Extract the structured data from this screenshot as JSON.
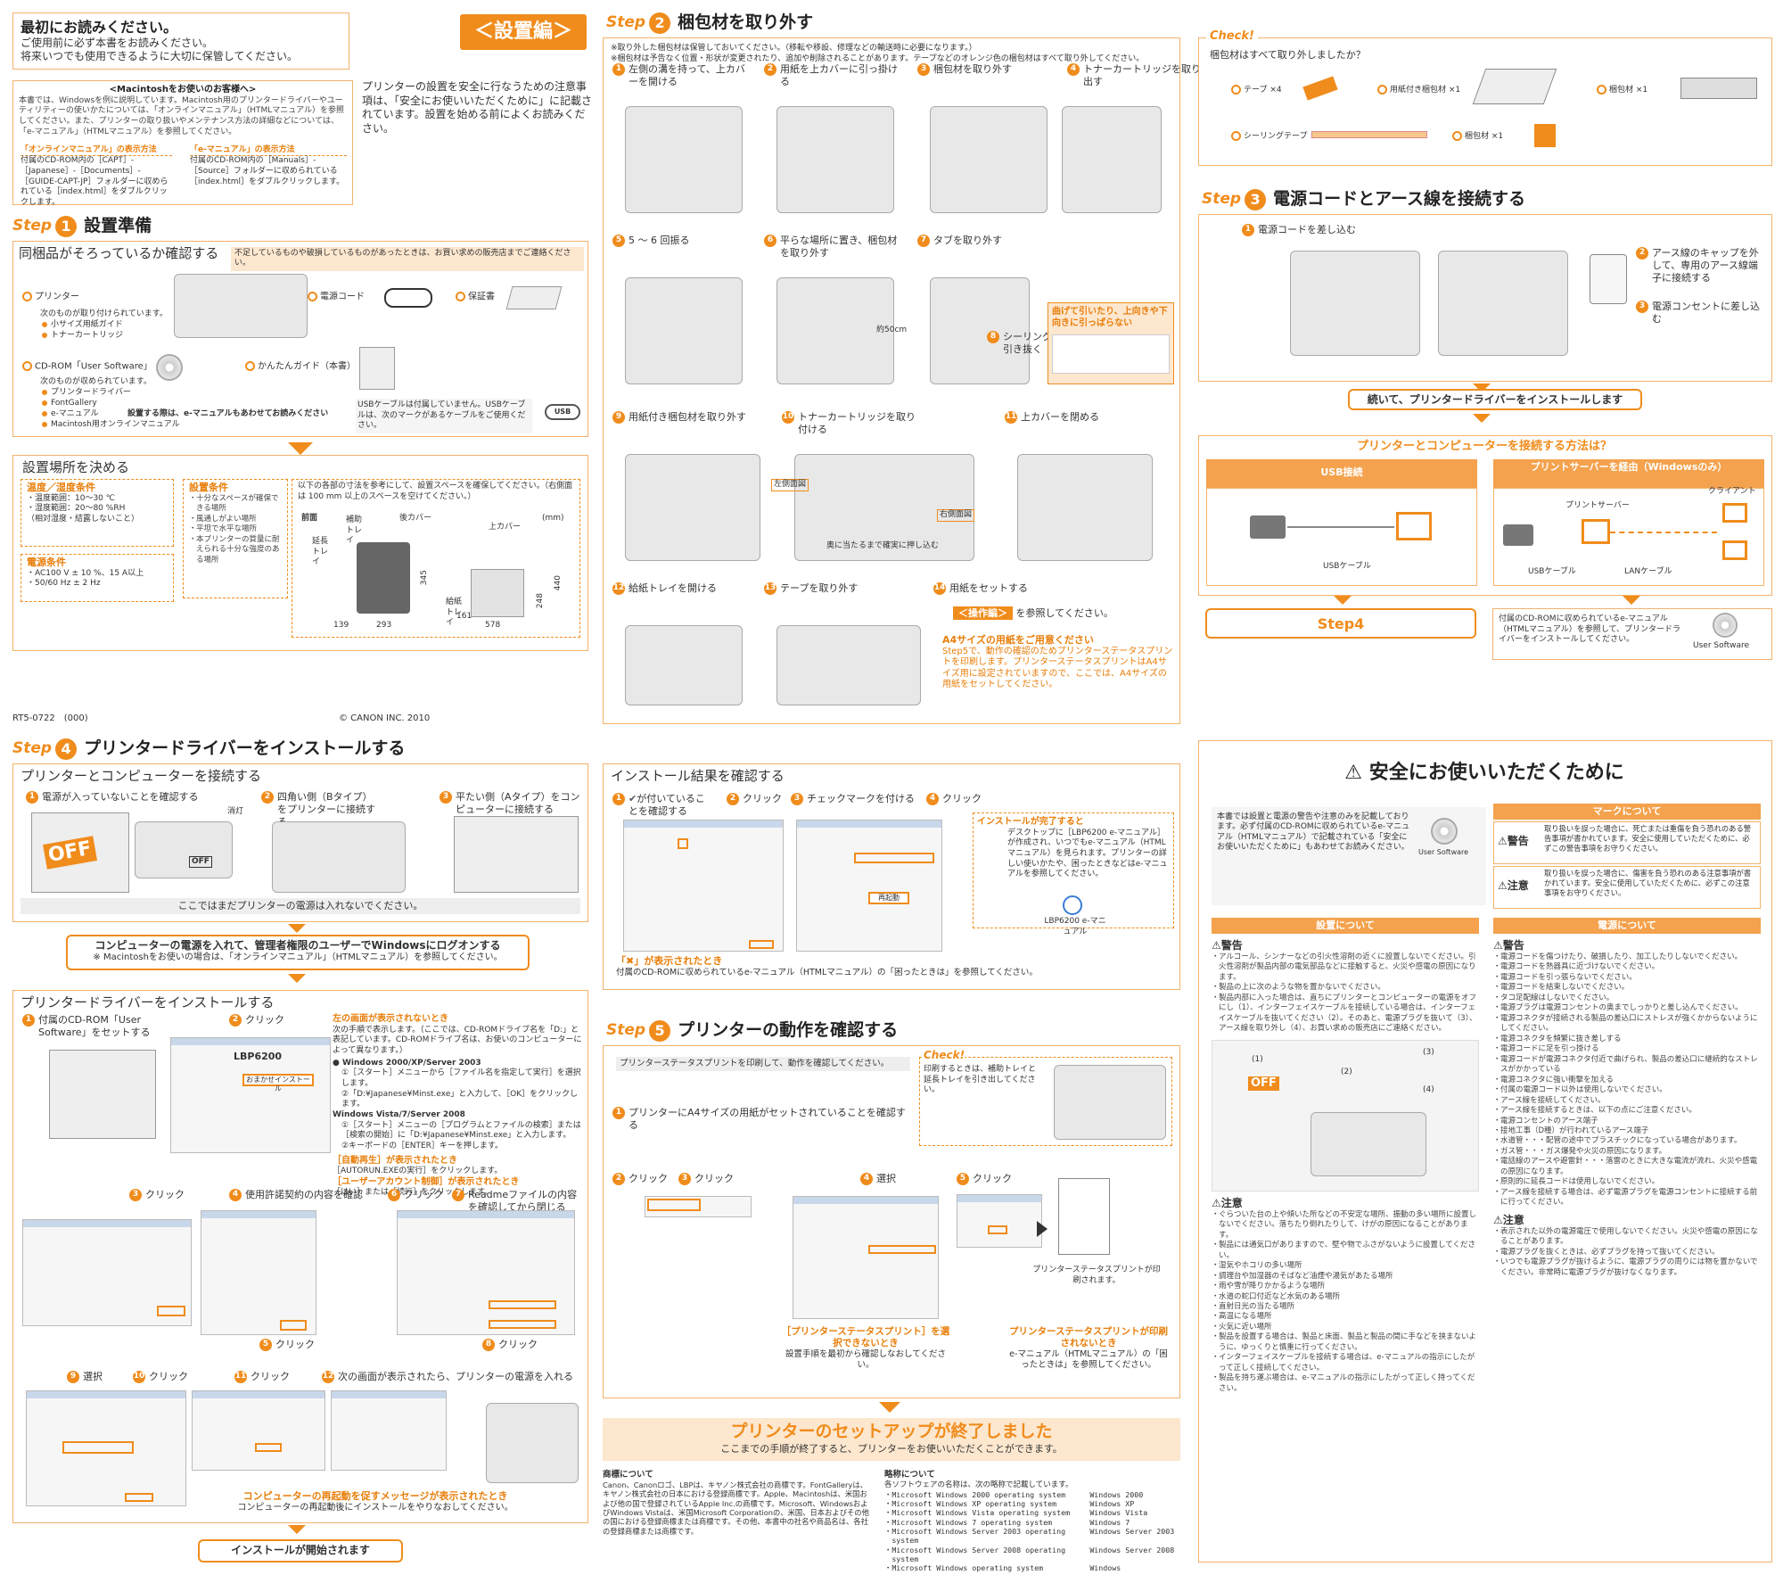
{
  "topleft": {
    "title": "最初にお読みください。",
    "l1": "ご使用前に必ず本書をお読みください。",
    "l2": "将来いつでも使用できるように大切に保管してください。"
  },
  "setup_badge": "＜設置編＞",
  "mac": {
    "title": "<Macintoshをお使いのお客様へ>",
    "body": "本書では、Windowsを例に説明しています。Macintosh用のプリンタードライバーやユーティリティーの使いかたについては、「オンラインマニュアル」（HTMLマニュアル）を参照してください。また、プリンターの取り扱いやメンテナンス方法の詳細などについては、「e-マニュアル」（HTMLマニュアル）を参照してください。",
    "online_h": "「オンラインマニュアル」の表示方法",
    "online_b": "付属のCD-ROM内の［CAPT］-［Japanese］-［Documents］-［GUIDE-CAPT-JP］フォルダーに収められている［index.html］をダブルクリックします。",
    "eman_h": "「e-マニュアル」の表示方法",
    "eman_b": "付属のCD-ROM内の［Manuals］-［Source］フォルダーに収められている［index.html］をダブルクリックします。"
  },
  "intro": "プリンターの設置を安全に行なうための注意事項は、「安全にお使いいただくために」に記載されています。設置を始める前によくお読みください。",
  "step1": {
    "s": "Step",
    "n": "1",
    "t": "設置準備"
  },
  "contents": {
    "title": "同梱品がそろっているか確認する",
    "note": "不足しているものや破損しているものがあったときは、お買い求めの販売店までご連絡ください。",
    "printer": "プリンター",
    "printer_sub": "次のものが取り付けられています。",
    "printer_i1": "小サイズ用紙ガイド",
    "printer_i2": "トナーカートリッジ",
    "cord": "電源コード",
    "warranty": "保証書",
    "cd": "CD-ROM「User Software」",
    "cd_sub": "次のものが収められています。",
    "cd_i1": "プリンタードライバー",
    "cd_i2": "FontGallery",
    "cd_i3": "e-マニュアル",
    "cd_i4": "Macintosh用オンラインマニュアル",
    "cd_note": "設置する際は、e-マニュアルもあわせてお読みください",
    "guide": "かんたんガイド（本書）",
    "usb_note": "USBケーブルは付属していません。USBケーブルは、次のマークがあるケーブルをご使用ください。"
  },
  "place": {
    "title": "設置場所を決める",
    "temp_h": "温度／湿度条件",
    "temp1": "・温度範囲：10～30 ℃",
    "temp2": "・湿度範囲：20～80 %RH",
    "temp3": "（相対湿度・結露しないこと）",
    "pow_h": "電源条件",
    "pow1": "・AC100 V ± 10 %、15 A以上",
    "pow2": "・50/60 Hz ± 2 Hz",
    "cond_h": "設置条件",
    "cond": [
      "十分なスペースが確保できる場所",
      "風通しがよい場所",
      "平坦で水平な場所",
      "本プリンターの質量に耐えられる十分な強度のある場所"
    ],
    "dim_note": "以下の各部の寸法を参考にして、設置スペースを確保してください。（右側面は 100 mm 以上のスペースを空けてください。）",
    "front": "前面",
    "unit": "(mm)",
    "rear": "後カバー",
    "upper": "上カバー",
    "ext": "補助トレイ",
    "tray": "延長トレイ",
    "tray2": "給紙トレイ",
    "dims": [
      "139",
      "293",
      "161",
      "578",
      "345",
      "248",
      "440"
    ]
  },
  "footer": {
    "code": "RT5-0722　(000)",
    "copy": "© CANON INC. 2010"
  },
  "step2": {
    "s": "Step",
    "n": "2",
    "t": "梱包材を取り外す",
    "note1": "※取り外した梱包材は保管しておいてください。（移転や移設、修理などの輸送時に必要になります。）",
    "note2": "※梱包材は予告なく位置・形状が変更されたり、追加や削除されることがあります。テープなどのオレンジ色の梱包材はすべて取り外してください。",
    "steps": [
      "左側の溝を持って、上カバーを開ける",
      "用紙を上カバーに引っ掛ける",
      "梱包材を取り外す",
      "トナーカートリッジを取り出す",
      "5 ～ 6 回振る",
      "平らな場所に置き、梱包材を取り外す",
      "タブを取り外す",
      "シーリングテープを引き抜く",
      "用紙付き梱包材を取り外す",
      "トナーカートリッジを取り付ける",
      "上カバーを閉める",
      "給紙トレイを開ける",
      "テープを取り外す",
      "用紙をセットする"
    ],
    "warn": "曲げて引いたり、上向きや下向きに引っぱらない",
    "len": "約50cm",
    "ls": "左側面図",
    "rs": "右側面図",
    "push": "奥に当たるまで確実に押し込む",
    "ref": "＜操作編＞",
    "ref_t": "を参照してください。",
    "a4_h": "A4サイズの用紙をご用意ください",
    "a4_b": "Step5で、動作の確認のためプリンターステータスプリントを印刷します。プリンターステータスプリントはA4サイズ用に設定されていますので、ここでは、A4サイズの用紙をセットしてください。"
  },
  "check1": {
    "title": "Check!",
    "q": "梱包材はすべて取り外しましたか？",
    "i1": "テープ ×4",
    "i2": "用紙付き梱包材 ×1",
    "i3": "梱包材 ×1",
    "i4": "シーリングテープ ×1",
    "i5": "梱包材 ×1"
  },
  "step3": {
    "s": "Step",
    "n": "3",
    "t": "電源コードとアース線を接続する",
    "c1": "電源コードを差し込む",
    "c2": "アース線のキャップを外して、専用のアース線端子に接続する",
    "c3": "電源コンセントに差し込む",
    "next": "続いて、プリンタードライバーをインストールします"
  },
  "connect": {
    "title": "プリンターとコンピューターを接続する方法は？",
    "usb": "USB接続",
    "ps": "プリントサーバーを経由（Windowsのみ）",
    "usbcable": "USBケーブル",
    "server": "プリントサーバー",
    "client": "クライアント",
    "usbcable2": "USBケーブル",
    "lan": "LANケーブル",
    "step4": "Step4",
    "cdnote": "付属のCD-ROMに収められているe-マニュアル（HTMLマニュアル）を参照して、プリンタードライバーをインストールしてください。",
    "us": "User Software"
  },
  "step4": {
    "s": "Step",
    "n": "4",
    "t": "プリンタードライバーをインストールする",
    "c_title": "プリンターとコンピューターを接続する",
    "c1": "電源が入っていないことを確認する",
    "c2": "四角い側（Bタイプ）をプリンターに接続する",
    "c3": "平たい側（Aタイプ）をコンピューターに接続する",
    "off": "OFF",
    "off2": "消灯",
    "not_on": "ここではまだプリンターの電源は入れないでください。",
    "login": "コンピューターの電源を入れて、管理者権限のユーザーでWindowsにログオンする",
    "login2": "※ Macintoshをお使いの場合は、「オンラインマニュアル」（HTMLマニュアル）を参照してください。",
    "i_title": "プリンタードライバーをインストールする",
    "i1": "付属のCD-ROM「User Software」をセットする",
    "i2": "クリック",
    "scr_h": "左の画面が表示されないとき",
    "scr_b": "次の手順で表示します。（ここでは、CD-ROMドライブ名を「D:」と表記しています。CD-ROMドライブ名は、お使いのコンピューターによって異なります。）",
    "xp": "Windows 2000/XP/Server 2003",
    "xp1": "①［スタート］メニューから［ファイル名を指定して実行］を選択します。",
    "xp2": "②「D:¥Japanese¥Minst.exe」と入力して、［OK］をクリックします。",
    "vista": "Windows Vista/7/Server 2008",
    "vista1": "①［スタート］メニューの［プログラムとファイルの検索］または［検索の開始］に「D:¥Japanese¥Minst.exe」と入力します。",
    "vista2": "②キーボードの［ENTER］キーを押します。",
    "auto_h": "［自動再生］が表示されたとき",
    "auto_b": "［AUTORUN.EXEの実行］をクリックします。",
    "uac_h": "［ユーザーアカウント制御］が表示されたとき",
    "uac_b": "［はい］または［続行］をクリックします。",
    "s3": "クリック",
    "s4": "使用許諾契約の内容を確認",
    "s5": "クリック",
    "s6": "クリック",
    "s7": "Readmeファイルの内容を確認してから閉じる",
    "s8": "クリック",
    "s9": "選択",
    "s10": "クリック",
    "s11": "クリック",
    "s12": "次の画面が表示されたら、プリンターの電源を入れる",
    "restart_h": "コンピューターの再起動を促すメッセージが表示されたとき",
    "restart_b": "コンピューターの再起動後にインストールをやりなおしてください。",
    "start": "インストールが開始されます",
    "lbp": "LBP6200",
    "btn_install": "おまかせインストール"
  },
  "result": {
    "title": "インストール結果を確認する",
    "r1": "が付いていることを確認する",
    "r2": "クリック",
    "r3": "チェックマークを付ける",
    "r4": "クリック",
    "done_h": "インストールが完了すると",
    "done_b": "デスクトップに［LBP6200 e-マニュアル］が作成され、いつでもe-マニュアル（HTMLマニュアル）を見られます。プリンターの詳しい使いかたや、困ったときなどはe-マニュアルを参照してください。",
    "icon": "LBP6200 e-マニュアル",
    "x_h": "「✖」が表示されたとき",
    "x_b": "付属のCD-ROMに収められているe-マニュアル（HTMLマニュアル）の「困ったときは」を参照してください。",
    "restart_btn": "再起動"
  },
  "step5": {
    "s": "Step",
    "n": "5",
    "t": "プリンターの動作を確認する",
    "note": "プリンターステータスプリントを印刷して、動作を確認してください。",
    "check": "Check!",
    "check_b": "印刷するときは、補助トレイと延長トレイを引き出してください。",
    "p1": "プリンターにA4サイズの用紙がセットされていることを確認する",
    "p2": "クリック",
    "p3": "クリック",
    "p4": "選択",
    "p5": "クリック",
    "print_cap": "プリンターステータスプリントが印刷されます。",
    "fail_h": "［プリンターステータスプリント］を選択できないとき",
    "fail_b": "設置手順を最初から確認しなおしてください。",
    "noprint_h": "プリンターステータスプリントが印刷されないとき",
    "noprint_b": "e-マニュアル（HTMLマニュアル）の「困ったときは」を参照してください。"
  },
  "finish": {
    "t": "プリンターのセットアップが終了しました",
    "s": "ここまでの手順が終了すると、プリンターをお使いいただくことができます。"
  },
  "tm": {
    "h": "商標について",
    "b": "Canon、Canonロゴ、LBPは、キヤノン株式会社の商標です。FontGalleryは、キヤノン株式会社の日本における登録商標です。Apple、Macintoshは、米国および他の国で登録されているApple Inc.の商標です。Microsoft、WindowsおよびWindows Vistaは、米国Microsoft Corporationの、米国、日本およびその他の国における登録商標または商標です。その他、本書中の社名や商品名は、各社の登録商標または商標です。"
  },
  "abbr": {
    "h": "略称について",
    "b": "各ソフトウェアの名称は、次の略称で記載しています。",
    "rows": [
      [
        "Microsoft Windows 2000 operating system",
        "Windows 2000"
      ],
      [
        "Microsoft Windows XP operating system",
        "Windows XP"
      ],
      [
        "Microsoft Windows Vista operating system",
        "Windows Vista"
      ],
      [
        "Microsoft Windows 7 operating system",
        "Windows 7"
      ],
      [
        "Microsoft Windows Server 2003 operating system",
        "Windows Server 2003"
      ],
      [
        "Microsoft Windows Server 2008 operating system",
        "Windows Server 2008"
      ],
      [
        "Microsoft Windows operating system",
        "Windows"
      ]
    ]
  },
  "safety": {
    "title": "安全にお使いいただくために",
    "intro": "本書では設置と電源の警告や注意のみを記載しております。必ず付属のCD-ROMに収められているe-マニュアル（HTMLマニュアル）で記載されている「安全にお使いいただくために」もあわせてお読みください。",
    "us": "User Software",
    "mark_h": "マークについて",
    "warn": "警告",
    "warn_d": "取り扱いを誤った場合に、死亡または重傷を負う恐れのある警告事項が書かれています。安全に使用していただくために、必ずこの警告事項をお守りください。",
    "caution": "注意",
    "caution_d": "取り扱いを誤った場合に、傷害を負う恐れのある注意事項が書かれています。安全に使用していただくために、必ずこの注意事項をお守りください。",
    "inst_h": "設置について",
    "pow_h": "電源について",
    "w1": [
      "アルコール、シンナーなどの引火性溶剤の近くに設置しないでください。引火性溶剤が製品内部の電気部品などに接触すると、火災や感電の原因になります。",
      "製品の上に次のような物を置かないでください。",
      "製品内部に入った場合は、直ちにプリンターとコンピューターの電源をオフにし（1）、インターフェイスケーブルを接続している場合は、インターフェイスケーブルを抜いてください（2）。そのあと、電源プラグを抜いて（3）、アース線を取り外し（4）、お買い求めの販売店にご連絡ください。"
    ],
    "c1": [
      "ぐらついた台の上や傾いた所などの不安定な場所、振動の多い場所に設置しないでください。落ちたり倒れたりして、けがの原因になることがあります。",
      "製品には通気口がありますので、壁や物でふさがないように設置してください。",
      "湿気やホコリの多い場所",
      "調理台や加湿器のそばなど油煙や湯気があたる場所",
      "雨や雪が降りかかるような場所",
      "水道の蛇口付近など水気のある場所",
      "直射日光の当たる場所",
      "高温になる場所",
      "火気に近い場所",
      "製品を設置する場合は、製品と床面、製品と製品の間に手などを挟まないように、ゆっくりと慎重に行ってください。",
      "インターフェイスケーブルを接続する場合は、e-マニュアルの指示にしたがって正しく接続してください。",
      "製品を持ち運ぶ場合は、e-マニュアルの指示にしたがって正しく持ってください。"
    ],
    "w2": [
      "電源コードを傷つけたり、破損したり、加工したりしないでください。",
      "電源コードを熱器具に近づけないでください。",
      "電源コードを引っ張らないでください。",
      "電源コードを結束しないでください。",
      "タコ足配線はしないでください。",
      "電源プラグは電源コンセントの奥までしっかりと差し込んでください。",
      "電源コネクタが接続される製品の差込口にストレスが強くかからないようにしてください。",
      "電源コネクタを頻繁に抜き差しする",
      "電源コードに足を引っ掛ける",
      "電源コードが電源コネクタ付近で曲げられ、製品の差込口に継続的なストレスがかかっている",
      "電源コネクタに強い衝撃を加える",
      "付属の電源コード以外は使用しないでください。",
      "アース線を接続してください。",
      "アース線を接続するときは、以下の点にご注意ください。",
      "電源コンセントのアース端子",
      "接地工事（D種）が行われているアース端子",
      "水道管・・・配管の途中でプラスチックになっている場合があります。",
      "ガス管・・・ガス爆発や火災の原因になります。",
      "電話線のアースや避雷針・・・落雷のときに大きな電流が流れ、火災や感電の原因になります。",
      "原則的に延長コードは使用しないでください。",
      "アース線を接続する場合は、必ず電源プラグを電源コンセントに接続する前に行ってください。"
    ],
    "c2": [
      "表示された以外の電源電圧で使用しないでください。火災や感電の原因になることがあります。",
      "電源プラグを抜くときは、必ずプラグを持って抜いてください。",
      "いつでも電源プラグが抜けるように、電源プラグの周りには物を置かないでください。非常時に電源プラグが抜けなくなります。"
    ],
    "l1": "(1)",
    "l2": "(2)",
    "l3": "(3)",
    "l4": "(4)"
  }
}
